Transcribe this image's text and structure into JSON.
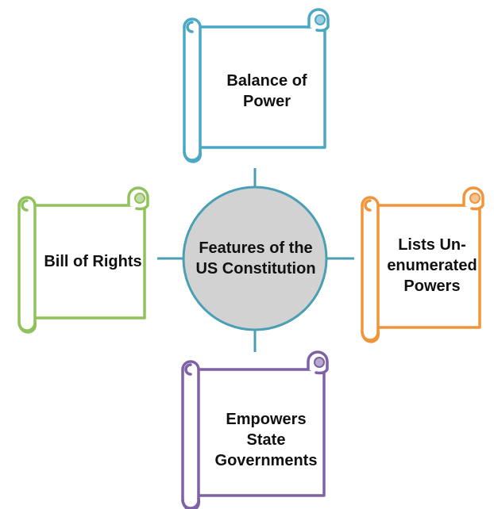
{
  "center": {
    "text": "Features of the\nUS Constitution",
    "fill": "#d2d2d2",
    "stroke": "#4a9fb5"
  },
  "connector_color": "#4a9fb5",
  "scrolls": {
    "top": {
      "text": "Balance of\nPower",
      "color": "#4aa8c4"
    },
    "left": {
      "text": "Bill of Rights",
      "color": "#8fc25a"
    },
    "right": {
      "text": "Lists Un-\nenumerated\nPowers",
      "color": "#f0953a"
    },
    "bottom": {
      "text": "Empowers\nState\nGovernments",
      "color": "#7e62a6"
    }
  }
}
